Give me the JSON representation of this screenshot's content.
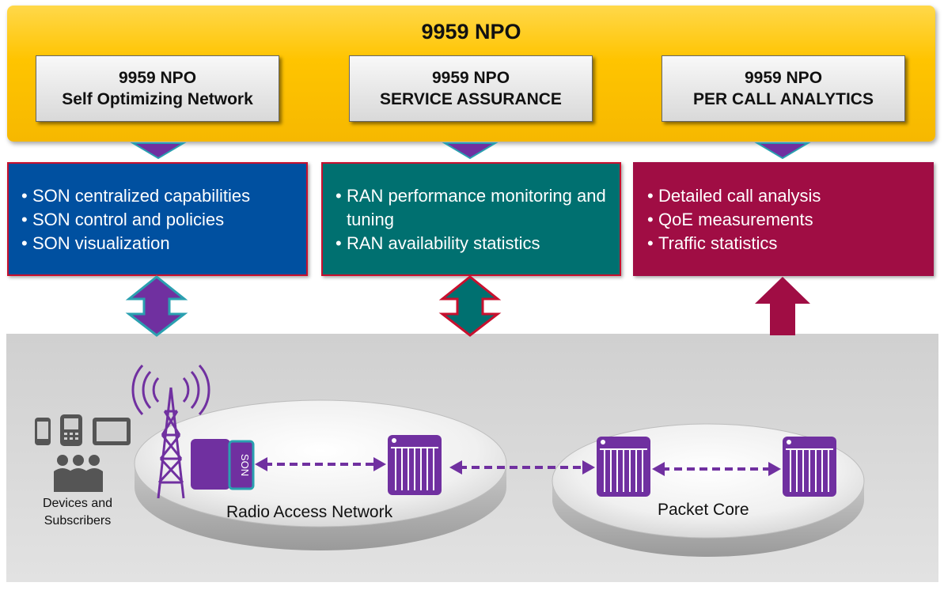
{
  "banner": {
    "title": "9959 NPO"
  },
  "modules": [
    {
      "line1": "9959 NPO",
      "line2": "Self Optimizing Network"
    },
    {
      "line1": "9959 NPO",
      "line2": "SERVICE ASSURANCE"
    },
    {
      "line1": "9959 NPO",
      "line2": "PER CALL ANALYTICS"
    }
  ],
  "panels": [
    {
      "items": [
        "SON centralized capabilities",
        "SON control and policies",
        "SON visualization"
      ],
      "color": "#0050a0"
    },
    {
      "items": [
        "RAN performance monitoring and tuning",
        "RAN availability statistics"
      ],
      "color": "#007070"
    },
    {
      "items": [
        "Detailed call analysis",
        "QoE measurements",
        "Traffic statistics"
      ],
      "color": "#a00d44"
    }
  ],
  "network": {
    "ran_label": "Radio Access Network",
    "core_label": "Packet Core",
    "devices_label_line1": "Devices and",
    "devices_label_line2": "Subscribers",
    "son_label": "SON"
  },
  "colors": {
    "accent_purple": "#7030a0",
    "banner_yellow": "#ffc400"
  },
  "icons": [
    "cell-tower-icon",
    "son-server-icon",
    "router-icon",
    "phone-icon",
    "tablet-icon",
    "subscribers-icon"
  ]
}
